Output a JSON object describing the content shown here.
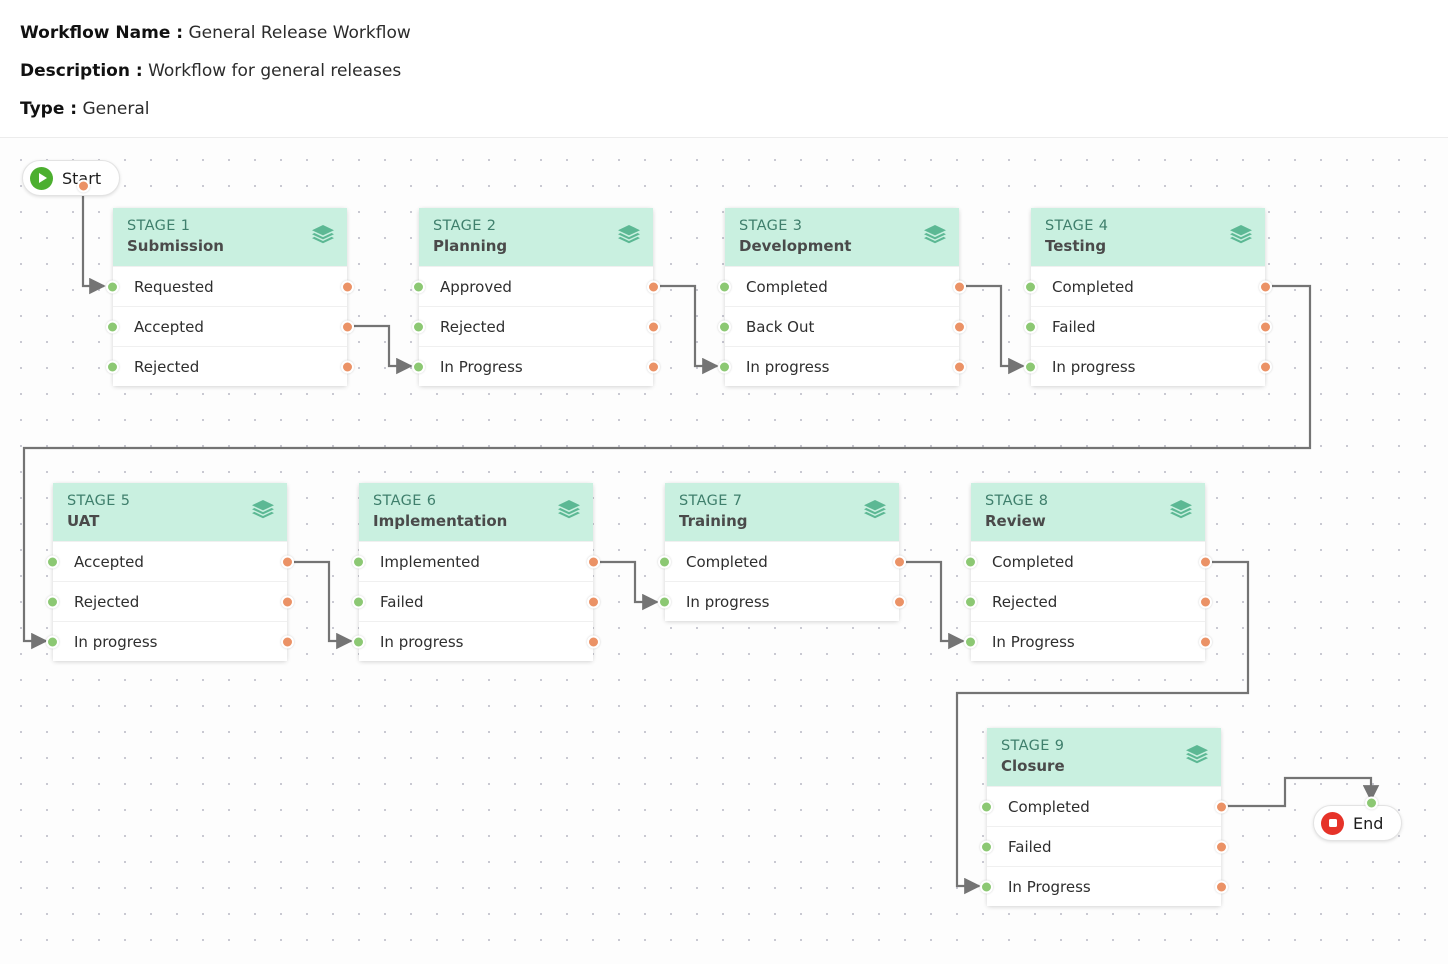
{
  "meta": {
    "workflow_name_label": "Workflow Name :",
    "workflow_name_value": "General Release Workflow",
    "description_label": "Description :",
    "description_value": "Workflow for general releases",
    "type_label": "Type :",
    "type_value": "General"
  },
  "colors": {
    "stage_header_bg": "#c9f0e0",
    "stage_number_text": "#3f7f6c",
    "layers_icon": "#5cb894",
    "input_dot": "#8cc873",
    "output_dot": "#eb9266",
    "edge_line": "#747474",
    "start_icon": "#4caf2f",
    "end_icon": "#e63329",
    "canvas_bg": "#fdfdfd",
    "grid_dot": "#c9c9d2"
  },
  "terminals": {
    "start": {
      "label": "Start",
      "icon": "play-icon"
    },
    "end": {
      "label": "End",
      "icon": "stop-icon"
    }
  },
  "stages": [
    {
      "number": "STAGE 1",
      "title": "Submission",
      "icon": "layers-icon",
      "rows": [
        "Requested",
        "Accepted",
        "Rejected"
      ]
    },
    {
      "number": "STAGE 2",
      "title": "Planning",
      "icon": "layers-icon",
      "rows": [
        "Approved",
        "Rejected",
        "In Progress"
      ]
    },
    {
      "number": "STAGE 3",
      "title": "Development",
      "icon": "layers-icon",
      "rows": [
        "Completed",
        "Back Out",
        "In progress"
      ]
    },
    {
      "number": "STAGE 4",
      "title": "Testing",
      "icon": "layers-icon",
      "rows": [
        "Completed",
        "Failed",
        "In progress"
      ]
    },
    {
      "number": "STAGE 5",
      "title": "UAT",
      "icon": "layers-icon",
      "rows": [
        "Accepted",
        "Rejected",
        "In progress"
      ]
    },
    {
      "number": "STAGE 6",
      "title": "Implementation",
      "icon": "layers-icon",
      "rows": [
        "Implemented",
        "Failed",
        "In progress"
      ]
    },
    {
      "number": "STAGE 7",
      "title": "Training",
      "icon": "layers-icon",
      "rows": [
        "Completed",
        "In progress"
      ]
    },
    {
      "number": "STAGE 8",
      "title": "Review",
      "icon": "layers-icon",
      "rows": [
        "Completed",
        "Rejected",
        "In Progress"
      ]
    },
    {
      "number": "STAGE 9",
      "title": "Closure",
      "icon": "layers-icon",
      "rows": [
        "Completed",
        "Failed",
        "In Progress"
      ]
    }
  ],
  "connections": [
    {
      "from": "Start",
      "to": "STAGE 1 / Requested"
    },
    {
      "from": "STAGE 1 / Accepted",
      "to": "STAGE 2 / In Progress"
    },
    {
      "from": "STAGE 2 / Approved",
      "to": "STAGE 3 / In progress"
    },
    {
      "from": "STAGE 3 / Completed",
      "to": "STAGE 4 / In progress"
    },
    {
      "from": "STAGE 4 / Completed",
      "to": "STAGE 5 / In progress"
    },
    {
      "from": "STAGE 5 / Accepted",
      "to": "STAGE 6 / In progress"
    },
    {
      "from": "STAGE 6 / Implemented",
      "to": "STAGE 7 / In progress"
    },
    {
      "from": "STAGE 7 / Completed",
      "to": "STAGE 8 / In Progress"
    },
    {
      "from": "STAGE 8 / Completed",
      "to": "STAGE 9 / In Progress"
    },
    {
      "from": "STAGE 9 / Completed",
      "to": "End"
    }
  ]
}
